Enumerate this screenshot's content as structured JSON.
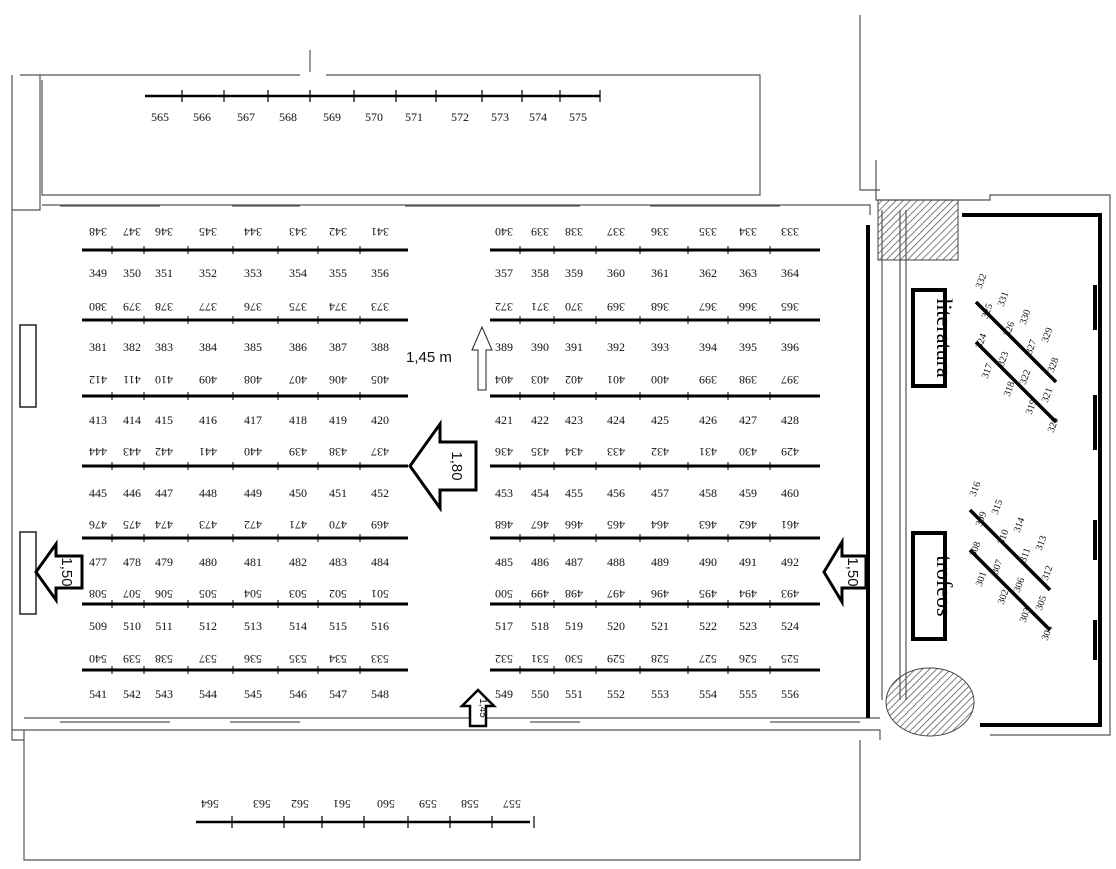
{
  "top_wall_stands": [
    "565",
    "566",
    "567",
    "568",
    "569",
    "570",
    "571",
    "572",
    "573",
    "574",
    "575"
  ],
  "bottom_wall_stands": [
    "564",
    "563",
    "562",
    "561",
    "560",
    "559",
    "558",
    "557"
  ],
  "left_block": {
    "rows": [
      [
        "348",
        "347",
        "346",
        "345",
        "344",
        "343",
        "342",
        "341"
      ],
      [
        "349",
        "350",
        "351",
        "352",
        "353",
        "354",
        "355",
        "356"
      ],
      [
        "380",
        "379",
        "378",
        "377",
        "376",
        "375",
        "374",
        "373"
      ],
      [
        "381",
        "382",
        "383",
        "384",
        "385",
        "386",
        "387",
        "388"
      ],
      [
        "412",
        "411",
        "410",
        "409",
        "408",
        "407",
        "406",
        "405"
      ],
      [
        "413",
        "414",
        "415",
        "416",
        "417",
        "418",
        "419",
        "420"
      ],
      [
        "444",
        "443",
        "442",
        "441",
        "440",
        "439",
        "438",
        "437"
      ],
      [
        "445",
        "446",
        "447",
        "448",
        "449",
        "450",
        "451",
        "452"
      ],
      [
        "476",
        "475",
        "474",
        "473",
        "472",
        "471",
        "470",
        "469"
      ],
      [
        "477",
        "478",
        "479",
        "480",
        "481",
        "482",
        "483",
        "484"
      ],
      [
        "508",
        "507",
        "506",
        "505",
        "504",
        "503",
        "502",
        "501"
      ],
      [
        "509",
        "510",
        "511",
        "512",
        "513",
        "514",
        "515",
        "516"
      ],
      [
        "540",
        "539",
        "538",
        "537",
        "536",
        "535",
        "534",
        "533"
      ],
      [
        "541",
        "542",
        "543",
        "544",
        "545",
        "546",
        "547",
        "548"
      ]
    ]
  },
  "right_block": {
    "rows": [
      [
        "340",
        "339",
        "338",
        "337",
        "336",
        "335",
        "334",
        "333"
      ],
      [
        "357",
        "358",
        "359",
        "360",
        "361",
        "362",
        "363",
        "364"
      ],
      [
        "372",
        "371",
        "370",
        "369",
        "368",
        "367",
        "366",
        "365"
      ],
      [
        "389",
        "390",
        "391",
        "392",
        "393",
        "394",
        "395",
        "396"
      ],
      [
        "404",
        "403",
        "402",
        "401",
        "400",
        "399",
        "398",
        "397"
      ],
      [
        "421",
        "422",
        "423",
        "424",
        "425",
        "426",
        "427",
        "428"
      ],
      [
        "436",
        "435",
        "434",
        "433",
        "432",
        "431",
        "430",
        "429"
      ],
      [
        "453",
        "454",
        "455",
        "456",
        "457",
        "458",
        "459",
        "460"
      ],
      [
        "468",
        "467",
        "466",
        "465",
        "464",
        "463",
        "462",
        "461"
      ],
      [
        "485",
        "486",
        "487",
        "488",
        "489",
        "490",
        "491",
        "492"
      ],
      [
        "500",
        "499",
        "498",
        "497",
        "496",
        "495",
        "494",
        "493"
      ],
      [
        "517",
        "518",
        "519",
        "520",
        "521",
        "522",
        "523",
        "524"
      ],
      [
        "532",
        "531",
        "530",
        "529",
        "528",
        "527",
        "526",
        "525"
      ],
      [
        "549",
        "550",
        "551",
        "552",
        "553",
        "554",
        "555",
        "556"
      ]
    ]
  },
  "annex": {
    "literatura_label": "literatura",
    "trofeos_label": "trofeos",
    "upper_diagonals": [
      [
        "332",
        "331",
        "330",
        "329"
      ],
      [
        "325",
        "326",
        "327",
        "328"
      ],
      [
        "324",
        "323",
        "322",
        "321"
      ],
      [
        "317",
        "318",
        "319",
        "320"
      ]
    ],
    "lower_diagonals": [
      [
        "316",
        "315",
        "314",
        "313"
      ],
      [
        "309",
        "310",
        "311",
        "312"
      ],
      [
        "308",
        "307",
        "306",
        "305"
      ],
      [
        "301",
        "302",
        "303",
        "304"
      ]
    ]
  },
  "measurements": {
    "aisle_main": "1,45 m",
    "arrow_center": "1,80",
    "arrow_left": "1,50",
    "arrow_right": "1,50",
    "arrow_bottom": "1,45"
  },
  "colors": {
    "ink": "#111111",
    "wall": "#555555",
    "hatch": "#666666"
  }
}
